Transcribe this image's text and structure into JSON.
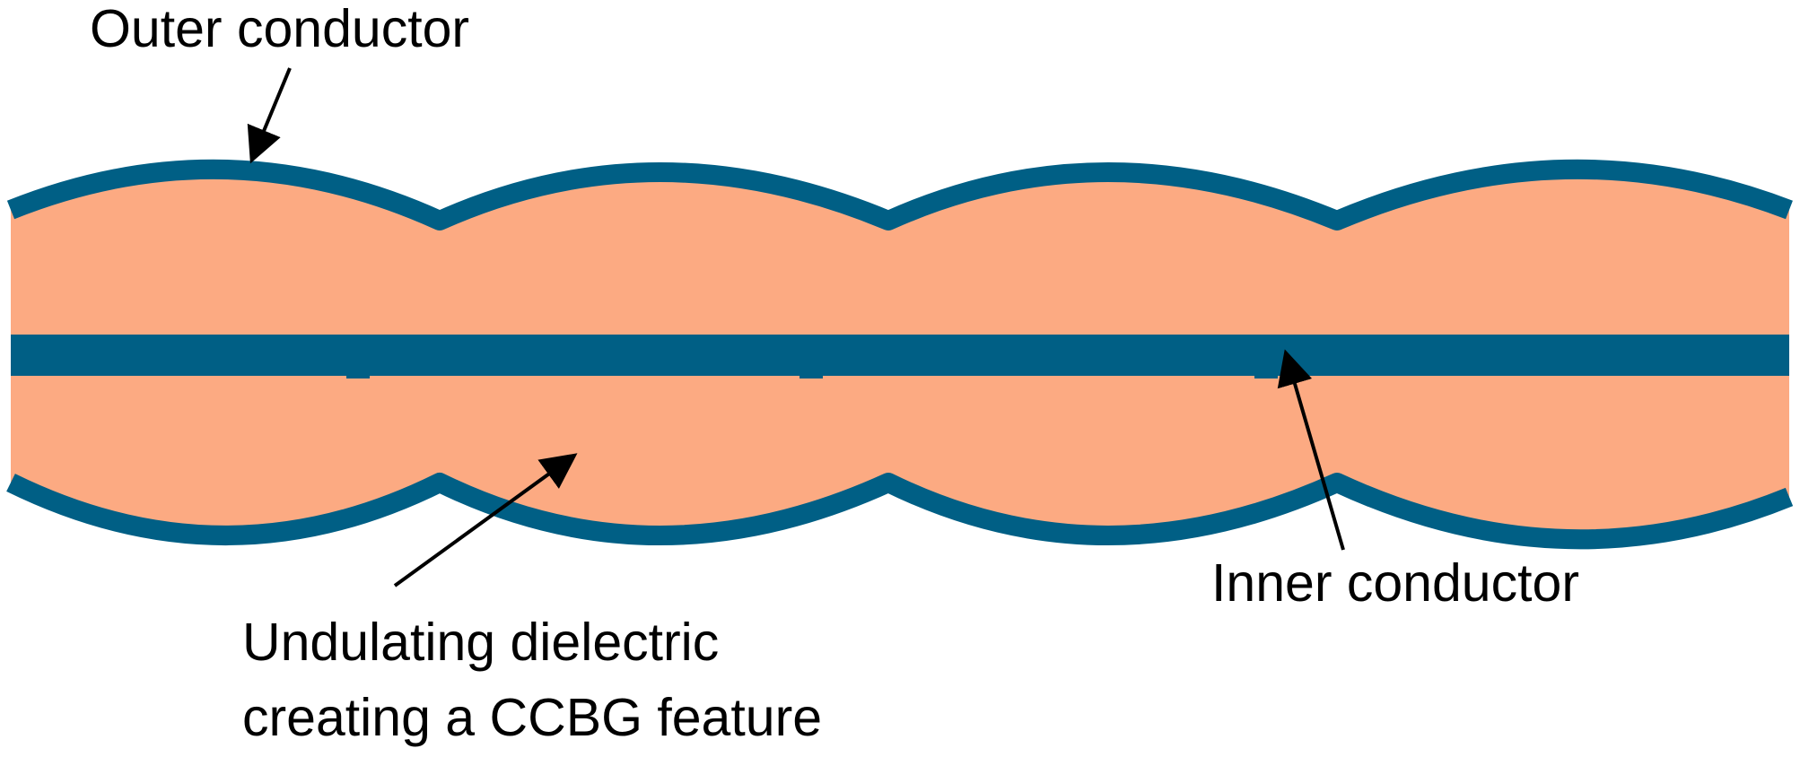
{
  "labels": {
    "outer_conductor": "Outer conductor",
    "inner_conductor": "Inner conductor",
    "dielectric_line1": "Undulating dielectric",
    "dielectric_line2": "creating a CCBG feature"
  },
  "colors": {
    "conductor": "#005f85",
    "dielectric": "#fcaa82",
    "text": "#000000",
    "arrow": "#000000",
    "background": "#ffffff"
  }
}
